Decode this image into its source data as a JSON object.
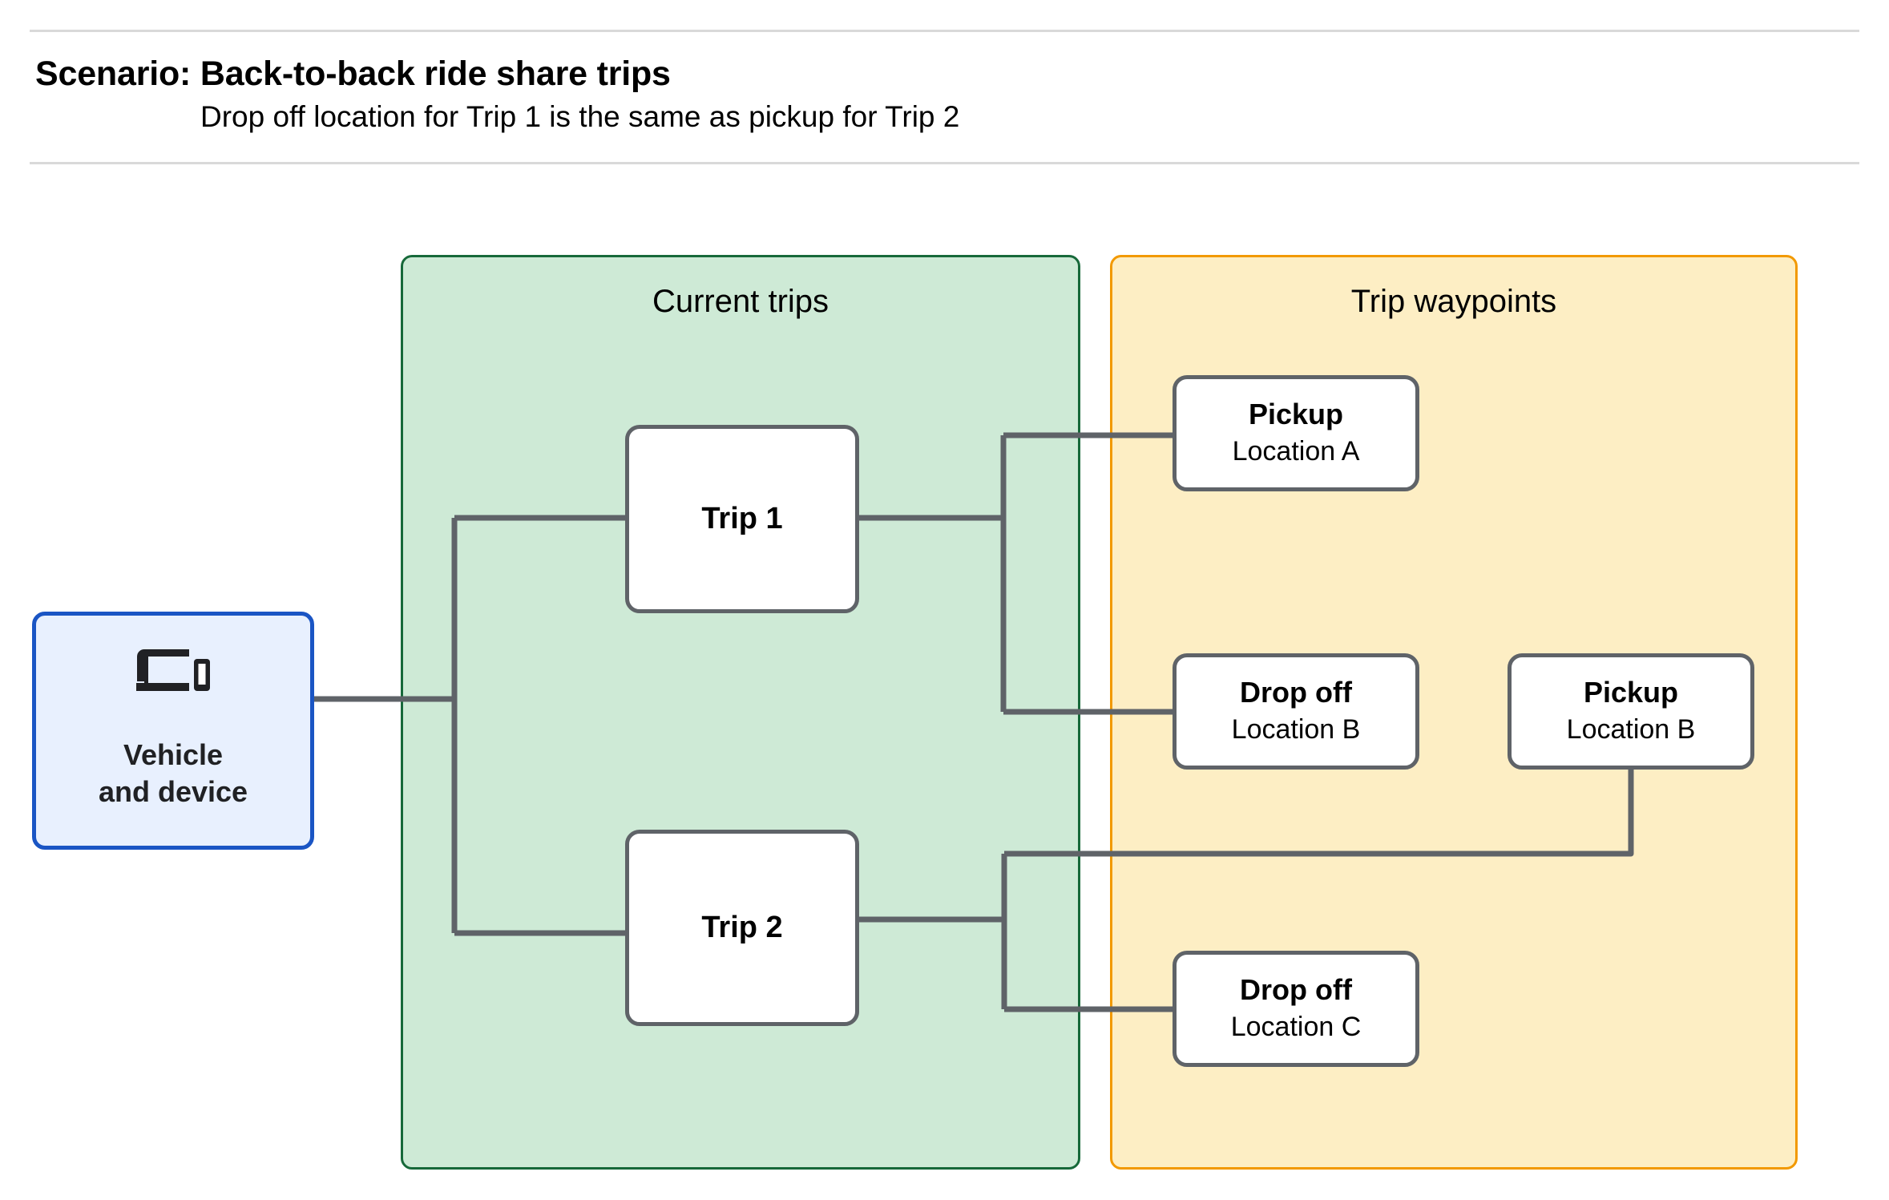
{
  "header": {
    "title": "Scenario: Back-to-back ride share trips",
    "subtitle": "Drop off  location for Trip 1 is the same as pickup for Trip 2"
  },
  "panels": {
    "current_trips": {
      "title": "Current trips",
      "fill": "#ceead6",
      "border": "#17693a"
    },
    "trip_waypoints": {
      "title": "Trip waypoints",
      "fill": "#fdeec4",
      "border": "#f29900"
    }
  },
  "nodes": {
    "vehicle": {
      "icon": "devices-icon",
      "label": "Vehicle\nand device",
      "fill": "#e8f0fe",
      "border": "#1a55c4"
    },
    "trip1": {
      "label": "Trip 1"
    },
    "trip2": {
      "label": "Trip 2"
    },
    "pickup_a": {
      "title": "Pickup",
      "location": "Location A"
    },
    "dropoff_b": {
      "title": "Drop off",
      "location": "Location B"
    },
    "pickup_b": {
      "title": "Pickup",
      "location": "Location B"
    },
    "dropoff_c": {
      "title": "Drop off",
      "location": "Location C"
    }
  },
  "connectors": {
    "stroke": "#5f6368",
    "edges": [
      "vehicle-to-trips",
      "trip1-to-pickup-a",
      "trip1-to-dropoff-b",
      "trip2-to-pickup-b",
      "trip2-to-dropoff-c"
    ]
  }
}
